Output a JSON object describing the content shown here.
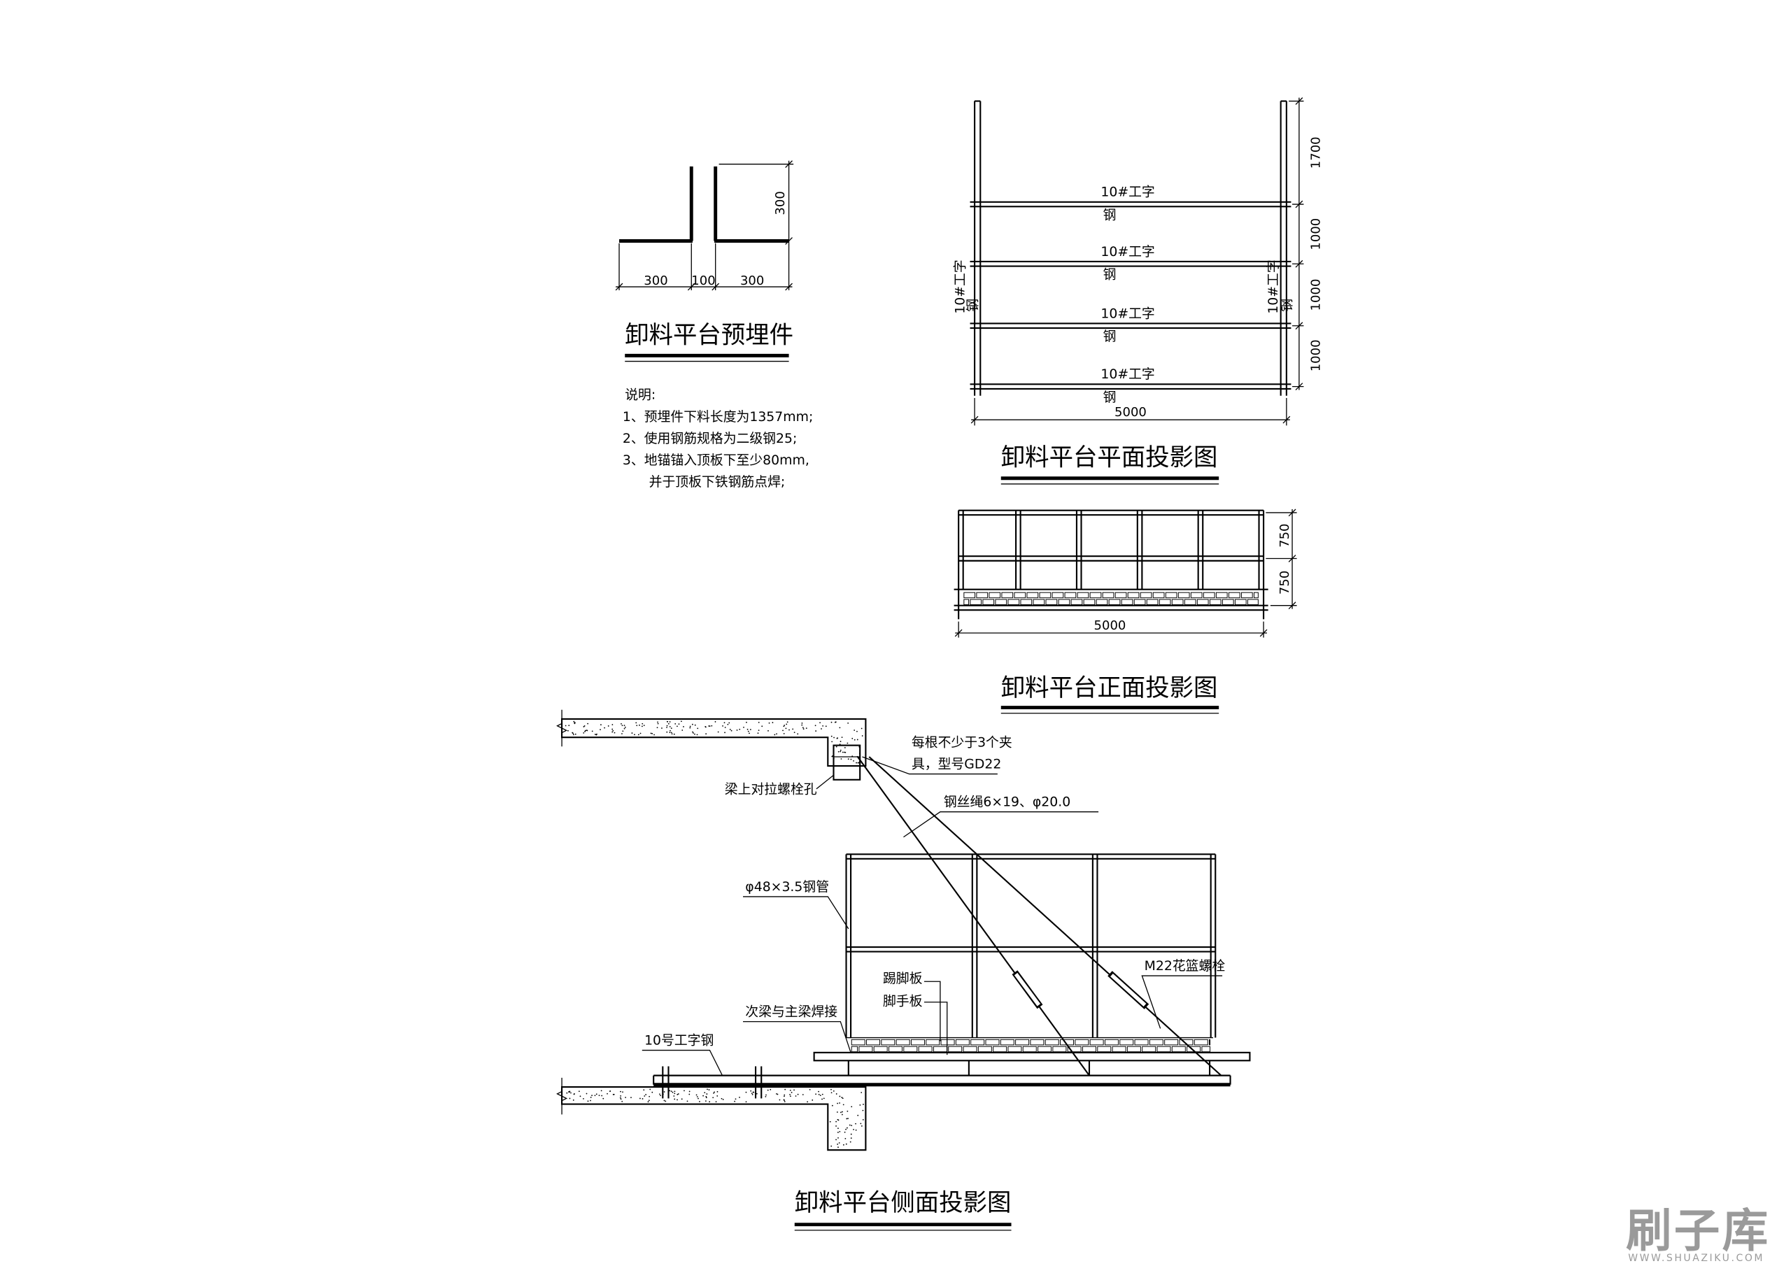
{
  "embedded_part": {
    "title": "卸料平台预埋件",
    "dim_height": "300",
    "dim_left": "300",
    "dim_gap": "100",
    "dim_right": "300"
  },
  "notes": {
    "heading": "说明:",
    "items": [
      "1、预埋件下料长度为1357mm;",
      "2、使用钢筋规格为二级钢25;",
      "3、地锚锚入顶板下至少80mm,",
      "并于顶板下铁钢筋点焊;"
    ]
  },
  "plan_view": {
    "title": "卸料平台平面投影图",
    "cross_beams": [
      {
        "line1": "10#工字",
        "line2": "钢"
      },
      {
        "line1": "10#工字",
        "line2": "钢"
      },
      {
        "line1": "10#工字",
        "line2": "钢"
      },
      {
        "line1": "10#工字",
        "line2": "钢"
      }
    ],
    "side_beams": [
      {
        "line1": "10#工字",
        "line2": "钢"
      },
      {
        "line1": "10#工字",
        "line2": "钢"
      }
    ],
    "dims_vertical": [
      "1700",
      "1000",
      "1000",
      "1000"
    ],
    "dim_width": "5000"
  },
  "front_view": {
    "title": "卸料平台正面投影图",
    "dims_vertical": [
      "750",
      "750"
    ],
    "dim_width": "5000"
  },
  "side_view": {
    "title": "卸料平台侧面投影图",
    "clip_note": [
      "每根不少于3个夹",
      "具，型号GD22"
    ],
    "bolt_hole": "梁上对拉螺栓孔",
    "wire_rope": "钢丝绳6×19、φ20.0",
    "steel_pipe": "φ48×3.5钢管",
    "turnbuckle": "M22花篮螺栓",
    "toe_board": "踢脚板",
    "scaffold_board": "脚手板",
    "weld_note": "次梁与主梁焊接",
    "main_beam": "10号工字钢"
  },
  "watermark": {
    "logo": "刷子库",
    "url": "WWW.SHUAZIKU.COM"
  },
  "colors": {
    "line": "#000000",
    "watermark": "#9a9a9a",
    "background": "#ffffff"
  }
}
